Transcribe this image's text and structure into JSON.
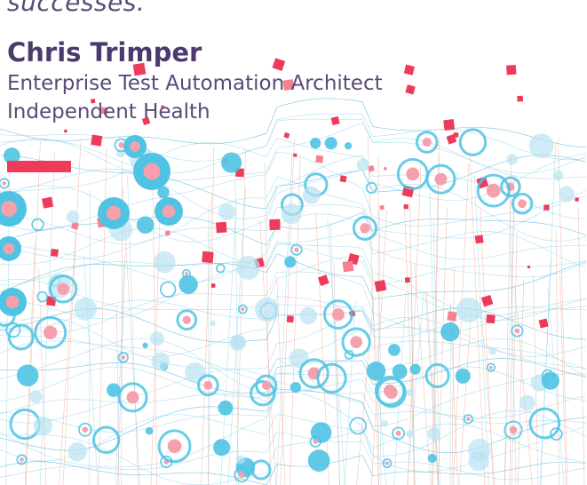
{
  "quote": {
    "tail": "successes."
  },
  "speaker": {
    "name": "Chris Trimper",
    "title": "Enterprise Test Automation Architect",
    "organization": "Independent Health"
  },
  "colors": {
    "text_purple": "#4b3a6e",
    "accent_red": "#ef3b5a",
    "cyan": "#4fc3e3",
    "pink": "#f5a0ad",
    "line_blue": "#8fd3ea",
    "line_orange": "#f0a58c"
  }
}
